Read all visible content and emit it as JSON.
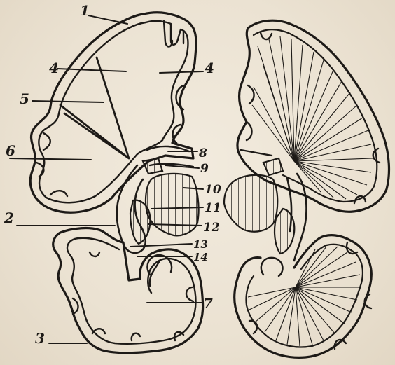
{
  "figure": {
    "labels": [
      {
        "id": "l1",
        "text": "1"
      },
      {
        "id": "l4a",
        "text": "4"
      },
      {
        "id": "l4b",
        "text": "4"
      },
      {
        "id": "l5",
        "text": "5"
      },
      {
        "id": "l6",
        "text": "6"
      },
      {
        "id": "l8",
        "text": "8"
      },
      {
        "id": "l9",
        "text": "9"
      },
      {
        "id": "l10",
        "text": "10"
      },
      {
        "id": "l11",
        "text": "11"
      },
      {
        "id": "l2",
        "text": "2"
      },
      {
        "id": "l12",
        "text": "12"
      },
      {
        "id": "l13",
        "text": "13"
      },
      {
        "id": "l14",
        "text": "14"
      },
      {
        "id": "l7",
        "text": "7"
      },
      {
        "id": "l3",
        "text": "3"
      }
    ]
  }
}
